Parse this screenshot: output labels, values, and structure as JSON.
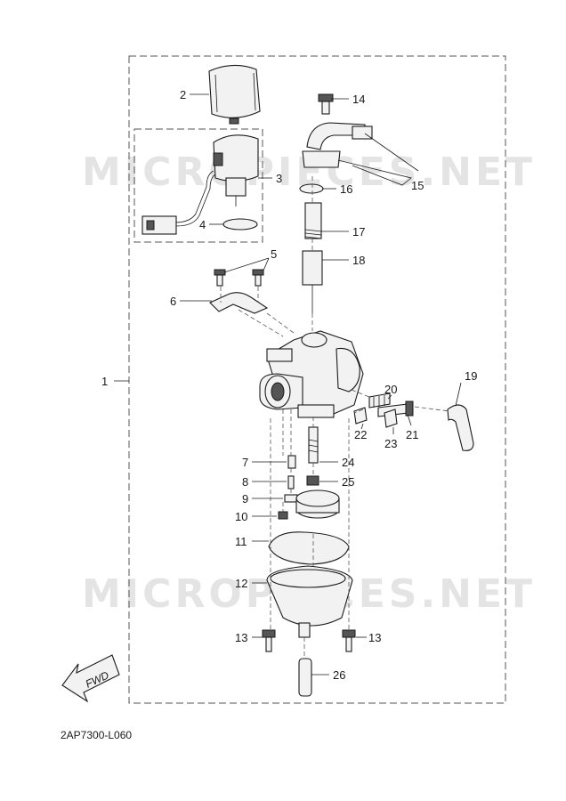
{
  "diagram": {
    "watermark": "MICROPIECES.NET",
    "direction_label": "FWD",
    "diagram_code": "2AP7300-L060",
    "callouts": [
      "1",
      "2",
      "3",
      "4",
      "5",
      "6",
      "7",
      "8",
      "9",
      "10",
      "11",
      "12",
      "13",
      "13",
      "14",
      "15",
      "16",
      "17",
      "18",
      "19",
      "20",
      "21",
      "22",
      "23",
      "24",
      "25",
      "26"
    ]
  }
}
